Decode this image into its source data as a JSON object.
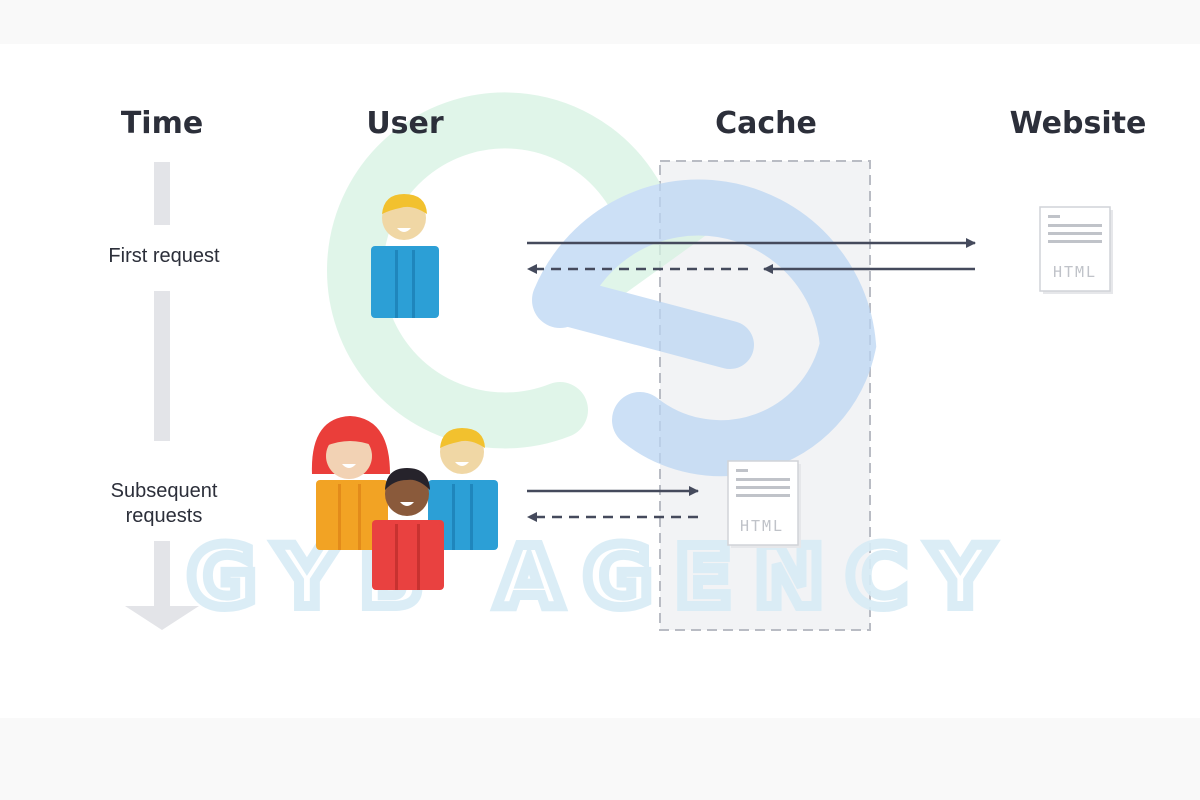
{
  "columns": {
    "time": "Time",
    "user": "User",
    "cache": "Cache",
    "website": "Website"
  },
  "rows": {
    "first_request": "First request",
    "subsequent_requests_line1": "Subsequent",
    "subsequent_requests_line2": "requests"
  },
  "documents": {
    "website_doc_label": "HTML",
    "cache_doc_label": "HTML"
  },
  "watermark": {
    "text": "GYB AGENCY"
  },
  "colors": {
    "heading": "#2c2f3a",
    "arrow": "#454a5c",
    "timeline": "#e3e4e8",
    "cache_box": "#f2f3f5",
    "cache_border": "#b9bcc4",
    "watermark_green": "#d6f2e2",
    "watermark_blue": "#bcd6f3"
  }
}
